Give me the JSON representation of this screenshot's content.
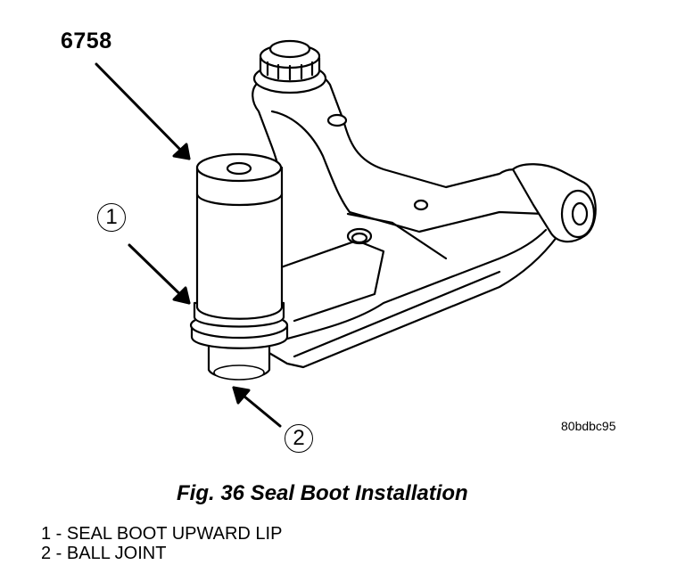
{
  "figure": {
    "tool_number": "6758",
    "image_code": "80bdbc95",
    "callouts": [
      {
        "number": "1",
        "text": "SEAL BOOT UPWARD LIP"
      },
      {
        "number": "2",
        "text": "BALL JOINT"
      }
    ]
  },
  "caption": "Fig. 36 Seal Boot Installation",
  "legend": {
    "item_1": "1 - SEAL BOOT UPWARD LIP",
    "item_2": "2 - BALL JOINT"
  }
}
